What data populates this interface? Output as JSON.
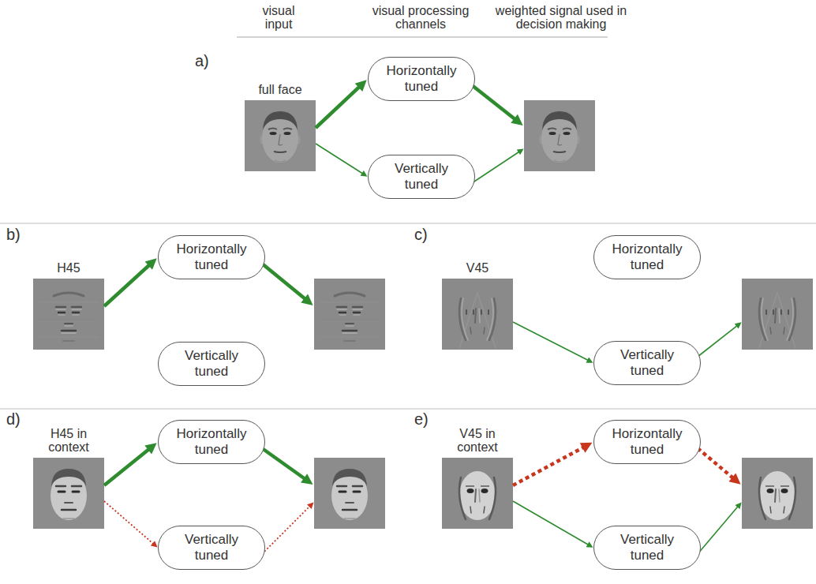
{
  "diagram": {
    "nodes": [
      {
        "text": [
          "full face"
        ]
      },
      {
        "text": [
          "Horizontally tuned"
        ]
      },
      {
        "text": [
          "Vertically tuned"
        ]
      },
      {
        "text": [
          "H45"
        ]
      },
      {
        "text": [
          "Horizontally tuned"
        ]
      },
      {
        "text": [
          "Vertically tuned"
        ]
      },
      {
        "text": [
          "V45"
        ]
      },
      {
        "text": [
          "Horizontally tuned"
        ]
      },
      {
        "text": [
          "Vertically tuned"
        ]
      },
      {
        "text": [
          "H45 in context"
        ]
      },
      {
        "text": [
          "Horizontally tuned"
        ]
      },
      {
        "text": [
          "Vertically tuned"
        ]
      },
      {
        "text": [
          "V45 in context"
        ]
      },
      {
        "text": [
          "Horizontally tuned"
        ]
      },
      {
        "text": [
          "Vertically tuned"
        ]
      }
    ],
    "edges": [
      {
        "from": 0,
        "to": 1,
        "arrow": "to"
      },
      {
        "from": 0,
        "to": 2,
        "arrow": "to"
      },
      {
        "from": 3,
        "to": 4,
        "arrow": "to"
      },
      {
        "from": 6,
        "to": 8,
        "arrow": "to"
      },
      {
        "from": 9,
        "to": 10,
        "arrow": "to"
      },
      {
        "from": 9,
        "to": 11,
        "arrow": "to"
      },
      {
        "from": 12,
        "to": 13,
        "arrow": "to"
      },
      {
        "from": 12,
        "to": 14,
        "arrow": "to"
      }
    ],
    "labels": [
      "visual input",
      "visual processing channels",
      "weighted signal used in decision making",
      "a)",
      "b)",
      "c)",
      "d)",
      "e)"
    ]
  }
}
